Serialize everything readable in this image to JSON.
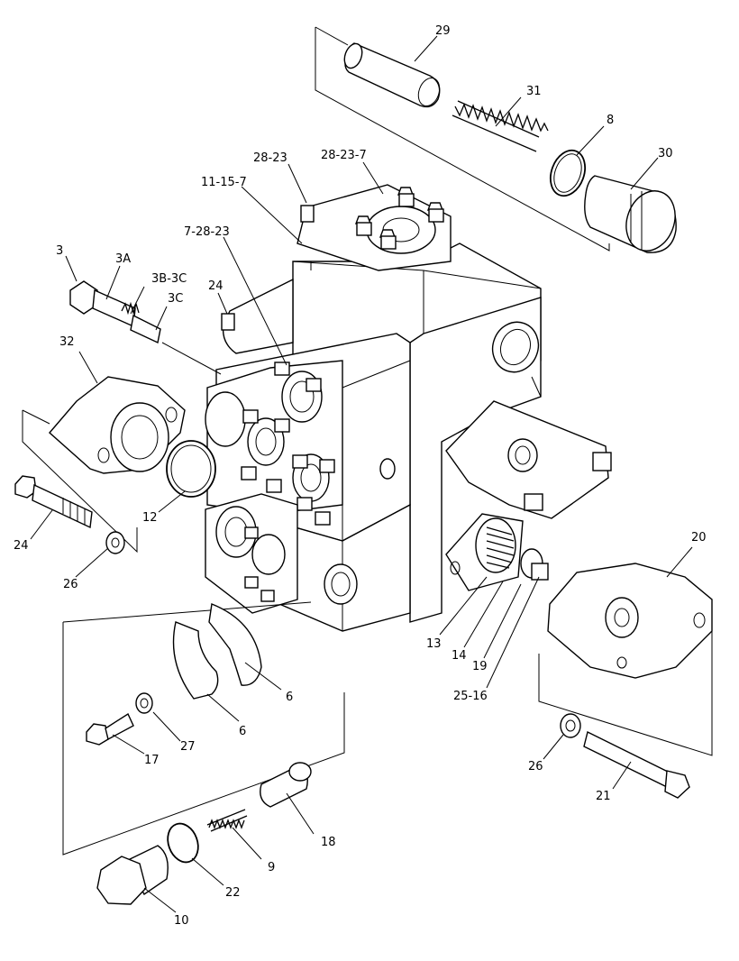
{
  "callouts": [
    {
      "id": "29",
      "text": "29"
    },
    {
      "id": "31",
      "text": "31"
    },
    {
      "id": "8",
      "text": "8"
    },
    {
      "id": "30",
      "text": "30"
    },
    {
      "id": "28-23",
      "text": "28-23"
    },
    {
      "id": "28-23-7",
      "text": "28-23-7"
    },
    {
      "id": "11-15-7",
      "text": "11-15-7"
    },
    {
      "id": "7-28-23",
      "text": "7-28-23"
    },
    {
      "id": "3",
      "text": "3"
    },
    {
      "id": "3A",
      "text": "3A"
    },
    {
      "id": "3B-3C",
      "text": "3B-3C"
    },
    {
      "id": "3C",
      "text": "3C"
    },
    {
      "id": "24a",
      "text": "24"
    },
    {
      "id": "32",
      "text": "32"
    },
    {
      "id": "12",
      "text": "12"
    },
    {
      "id": "24b",
      "text": "24"
    },
    {
      "id": "26a",
      "text": "26"
    },
    {
      "id": "20",
      "text": "20"
    },
    {
      "id": "13",
      "text": "13"
    },
    {
      "id": "14",
      "text": "14"
    },
    {
      "id": "19",
      "text": "19"
    },
    {
      "id": "25-16",
      "text": "25-16"
    },
    {
      "id": "6a",
      "text": "6"
    },
    {
      "id": "6b",
      "text": "6"
    },
    {
      "id": "27",
      "text": "27"
    },
    {
      "id": "17",
      "text": "17"
    },
    {
      "id": "26b",
      "text": "26"
    },
    {
      "id": "21",
      "text": "21"
    },
    {
      "id": "18",
      "text": "18"
    },
    {
      "id": "9",
      "text": "9"
    },
    {
      "id": "22",
      "text": "22"
    },
    {
      "id": "10",
      "text": "10"
    }
  ]
}
